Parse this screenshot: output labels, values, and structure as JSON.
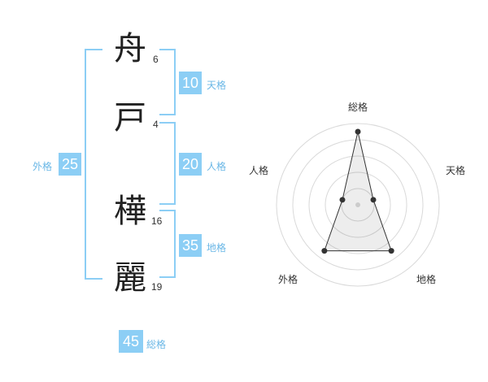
{
  "name_chars": [
    {
      "char": "舟",
      "strokes": "6"
    },
    {
      "char": "戸",
      "strokes": "4"
    },
    {
      "char": "樺",
      "strokes": "16"
    },
    {
      "char": "麗",
      "strokes": "19"
    }
  ],
  "kakusu": {
    "tenkaku": {
      "value": "10",
      "label": "天格"
    },
    "jinkaku": {
      "value": "20",
      "label": "人格"
    },
    "chikaku": {
      "value": "35",
      "label": "地格"
    },
    "gaikaku": {
      "value": "25",
      "label": "外格"
    },
    "soukaku": {
      "value": "45",
      "label": "総格"
    }
  },
  "colors": {
    "accent": "#8ccef5",
    "label": "#6ab7e6"
  },
  "chart_data": {
    "type": "radar",
    "axes": [
      "総格",
      "天格",
      "地格",
      "外格",
      "人格"
    ],
    "values": [
      0.9,
      0.2,
      0.7,
      0.7,
      0.2
    ],
    "max": 1,
    "rings": 5
  }
}
